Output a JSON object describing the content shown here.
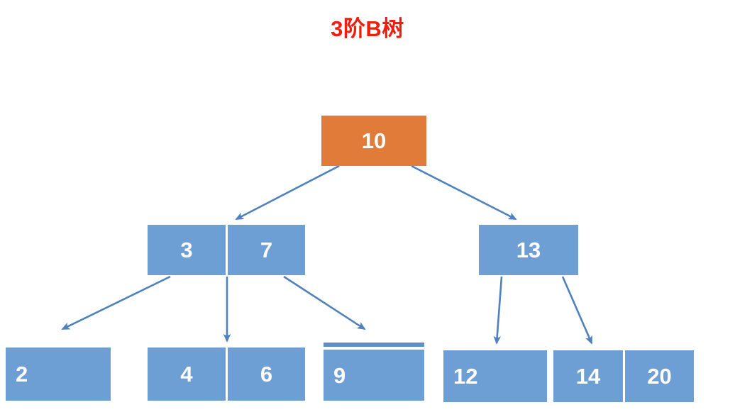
{
  "title": "3阶B树",
  "colors": {
    "title": "#F01E10",
    "node_blue": "#6D9ED4",
    "node_orange": "#E07B39",
    "edge": "#4F81BD",
    "overbar": "#5B8FC9",
    "text": "#FFFFFF",
    "background": "#FFFFFF"
  },
  "tree": {
    "root": {
      "id": "node-root",
      "keys": [
        "10"
      ],
      "color": "orange"
    },
    "level2": [
      {
        "id": "node-3-7",
        "keys": [
          "3",
          "7"
        ],
        "color": "blue"
      },
      {
        "id": "node-13",
        "keys": [
          "13"
        ],
        "color": "blue"
      }
    ],
    "level3": [
      {
        "id": "node-2",
        "keys": [
          "2"
        ],
        "color": "blue"
      },
      {
        "id": "node-4-6",
        "keys": [
          "4",
          "6"
        ],
        "color": "blue"
      },
      {
        "id": "node-9",
        "keys": [
          "9"
        ],
        "color": "blue"
      },
      {
        "id": "node-12",
        "keys": [
          "12"
        ],
        "color": "blue"
      },
      {
        "id": "node-14-20",
        "keys": [
          "14",
          "20"
        ],
        "color": "blue"
      }
    ]
  },
  "edges": [
    {
      "from": "node-root",
      "to": "node-3-7"
    },
    {
      "from": "node-root",
      "to": "node-13"
    },
    {
      "from": "node-3-7",
      "to": "node-2"
    },
    {
      "from": "node-3-7",
      "to": "node-4-6"
    },
    {
      "from": "node-3-7",
      "to": "node-9"
    },
    {
      "from": "node-13",
      "to": "node-12"
    },
    {
      "from": "node-13",
      "to": "node-14-20"
    }
  ]
}
